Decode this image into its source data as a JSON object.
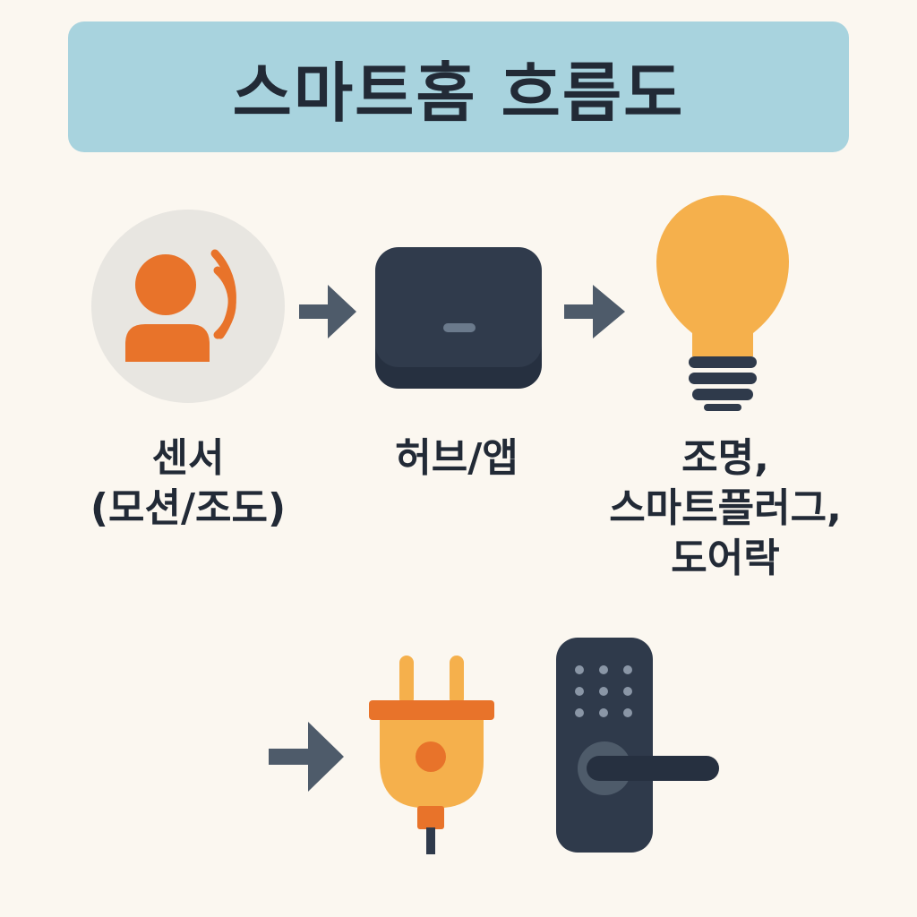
{
  "title": "스마트홈 흐름도",
  "nodes": {
    "sensor": {
      "line1": "센서",
      "line2": "(모션/조도)",
      "icon": "person-motion-sensor-icon"
    },
    "hub": {
      "line1": "허브/앱",
      "icon": "hub-device-icon"
    },
    "devices": {
      "line1": "조명,",
      "line2": "스마트플러그,",
      "line3": "도어락",
      "icons": [
        "light-bulb-icon",
        "smart-plug-icon",
        "door-lock-icon"
      ]
    }
  },
  "colors": {
    "background": "#fbf7f0",
    "title_bar": "#a8d3de",
    "text": "#222a36",
    "orange": "#e8732a",
    "yellow": "#f5b04c",
    "dark": "#2f3a4b",
    "arrow": "#4e5b6a",
    "sensor_circle": "#e8e6e1"
  }
}
